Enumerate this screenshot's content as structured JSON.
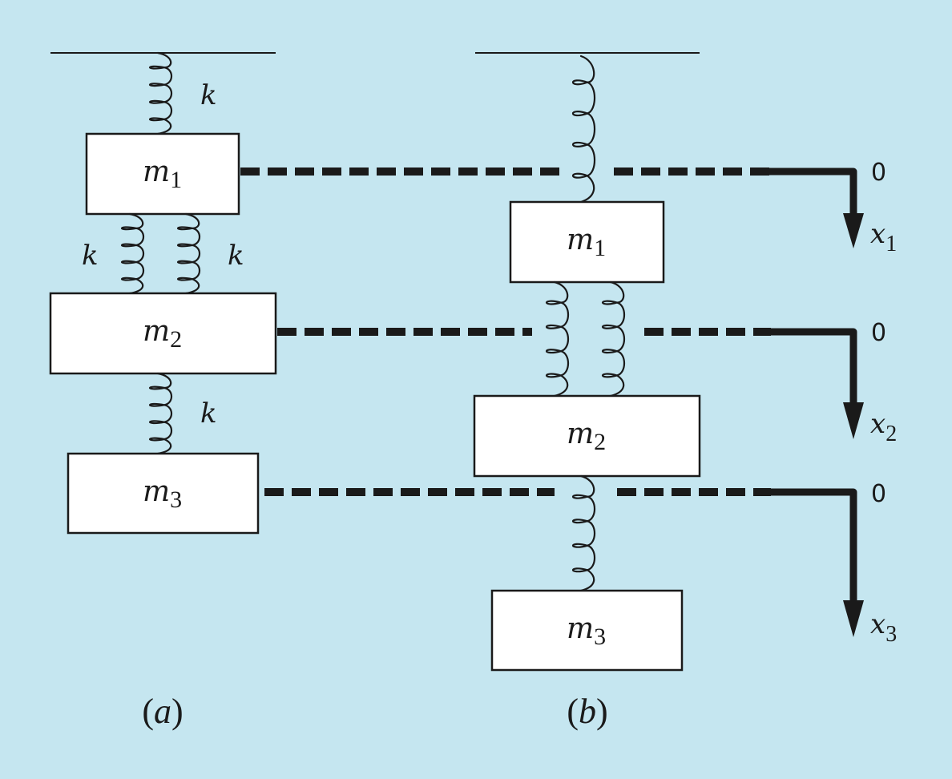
{
  "diagram": {
    "background_color": "#c5e6f0",
    "line_color": "#1a1a1a",
    "mass_fill": "#ffffff",
    "panel_a": {
      "caption_open": "(",
      "caption_letter": "a",
      "caption_close": ")",
      "masses": [
        {
          "symbol": "m",
          "subscript": "1"
        },
        {
          "symbol": "m",
          "subscript": "2"
        },
        {
          "symbol": "m",
          "subscript": "3"
        }
      ],
      "springs": [
        {
          "label": "k",
          "between": "ceiling-m1"
        },
        {
          "label": "k",
          "between": "m1-m2 (left)"
        },
        {
          "label": "k",
          "between": "m1-m2 (right)"
        },
        {
          "label": "k",
          "between": "m2-m3"
        }
      ],
      "state": "unstretched (equilibrium reference)"
    },
    "panel_b": {
      "caption_open": "(",
      "caption_letter": "b",
      "caption_close": ")",
      "masses": [
        {
          "symbol": "m",
          "subscript": "1"
        },
        {
          "symbol": "m",
          "subscript": "2"
        },
        {
          "symbol": "m",
          "subscript": "3"
        }
      ],
      "state": "displaced downward"
    },
    "reference_axes": [
      {
        "origin_label": "0",
        "coord_symbol": "x",
        "coord_subscript": "1"
      },
      {
        "origin_label": "0",
        "coord_symbol": "x",
        "coord_subscript": "2"
      },
      {
        "origin_label": "0",
        "coord_symbol": "x",
        "coord_subscript": "3"
      }
    ]
  }
}
